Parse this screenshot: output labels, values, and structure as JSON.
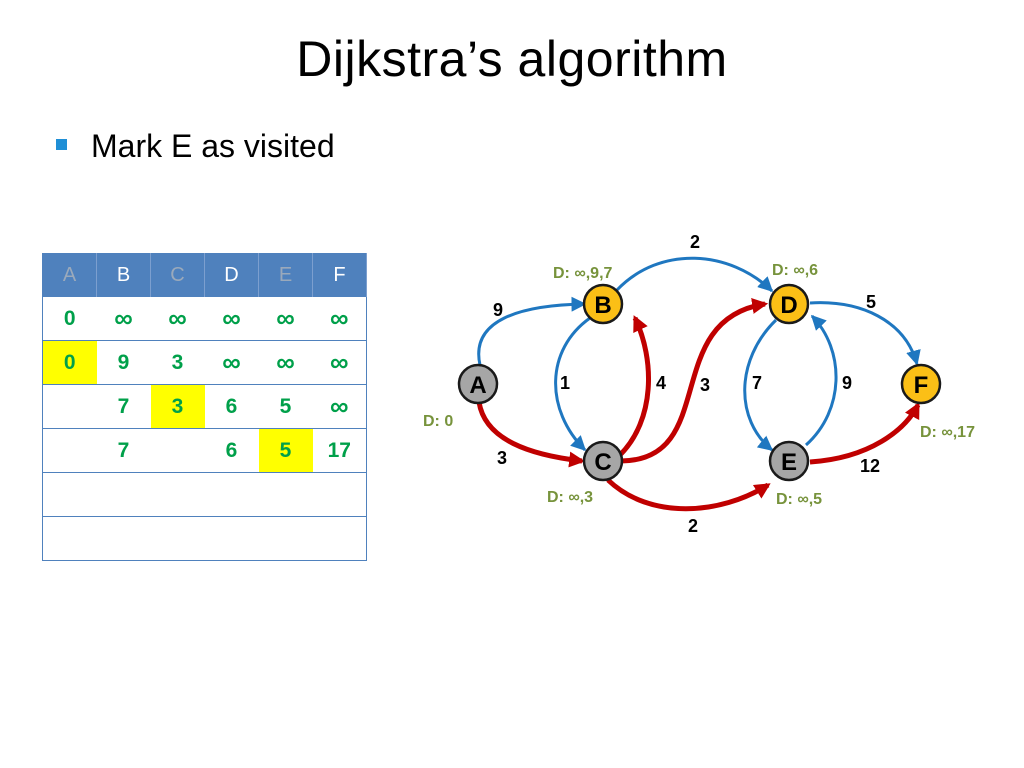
{
  "slide": {
    "title": "Dijkstra’s  algorithm",
    "bullet": "Mark E as visited"
  },
  "colors": {
    "header": "#4f81bd",
    "value_text": "#00a04a",
    "highlight": "#ffff00",
    "visited_node": "#a6a6a6",
    "unvisited_node": "#fbbf16",
    "edge_blue": "#1f77c0",
    "edge_red": "#c00000",
    "distance_label": "#77933c"
  },
  "table": {
    "headers": [
      "A",
      "B",
      "C",
      "D",
      "E",
      "F"
    ],
    "visited_headers": [
      "A",
      "C",
      "E"
    ],
    "rows": [
      [
        "0",
        "∞",
        "∞",
        "∞",
        "∞",
        "∞"
      ],
      [
        "0",
        "9",
        "3",
        "∞",
        "∞",
        "∞"
      ],
      [
        "",
        "7",
        "3",
        "6",
        "5",
        "∞"
      ],
      [
        "",
        "7",
        "",
        "6",
        "5",
        "17"
      ],
      [
        "",
        "",
        "",
        "",
        "",
        ""
      ],
      [
        "",
        "",
        "",
        "",
        "",
        ""
      ]
    ],
    "highlighted_cells": [
      [
        1,
        0
      ],
      [
        2,
        2
      ],
      [
        3,
        4
      ]
    ]
  },
  "graph": {
    "nodes": [
      {
        "id": "A",
        "label": "A",
        "visited": true,
        "distance": "D: 0"
      },
      {
        "id": "B",
        "label": "B",
        "visited": false,
        "distance": "D: ∞,9,7"
      },
      {
        "id": "C",
        "label": "C",
        "visited": true,
        "distance": "D: ∞,3"
      },
      {
        "id": "D",
        "label": "D",
        "visited": false,
        "distance": "D: ∞,6"
      },
      {
        "id": "E",
        "label": "E",
        "visited": true,
        "distance": "D: ∞,5"
      },
      {
        "id": "F",
        "label": "F",
        "visited": false,
        "distance": "D: ∞,17"
      }
    ],
    "edges": [
      {
        "from": "A",
        "to": "B",
        "weight": "9",
        "on_path": false
      },
      {
        "from": "A",
        "to": "C",
        "weight": "3",
        "on_path": true
      },
      {
        "from": "B",
        "to": "C",
        "weight": "1",
        "on_path": false
      },
      {
        "from": "C",
        "to": "B",
        "weight": "4",
        "on_path": true
      },
      {
        "from": "B",
        "to": "D",
        "weight": "2",
        "on_path": false
      },
      {
        "from": "C",
        "to": "D",
        "weight": "3",
        "on_path": true
      },
      {
        "from": "C",
        "to": "E",
        "weight": "2",
        "on_path": true
      },
      {
        "from": "D",
        "to": "E",
        "weight": "7",
        "on_path": false
      },
      {
        "from": "E",
        "to": "D",
        "weight": "9",
        "on_path": false
      },
      {
        "from": "D",
        "to": "F",
        "weight": "5",
        "on_path": false
      },
      {
        "from": "E",
        "to": "F",
        "weight": "12",
        "on_path": true
      }
    ]
  }
}
